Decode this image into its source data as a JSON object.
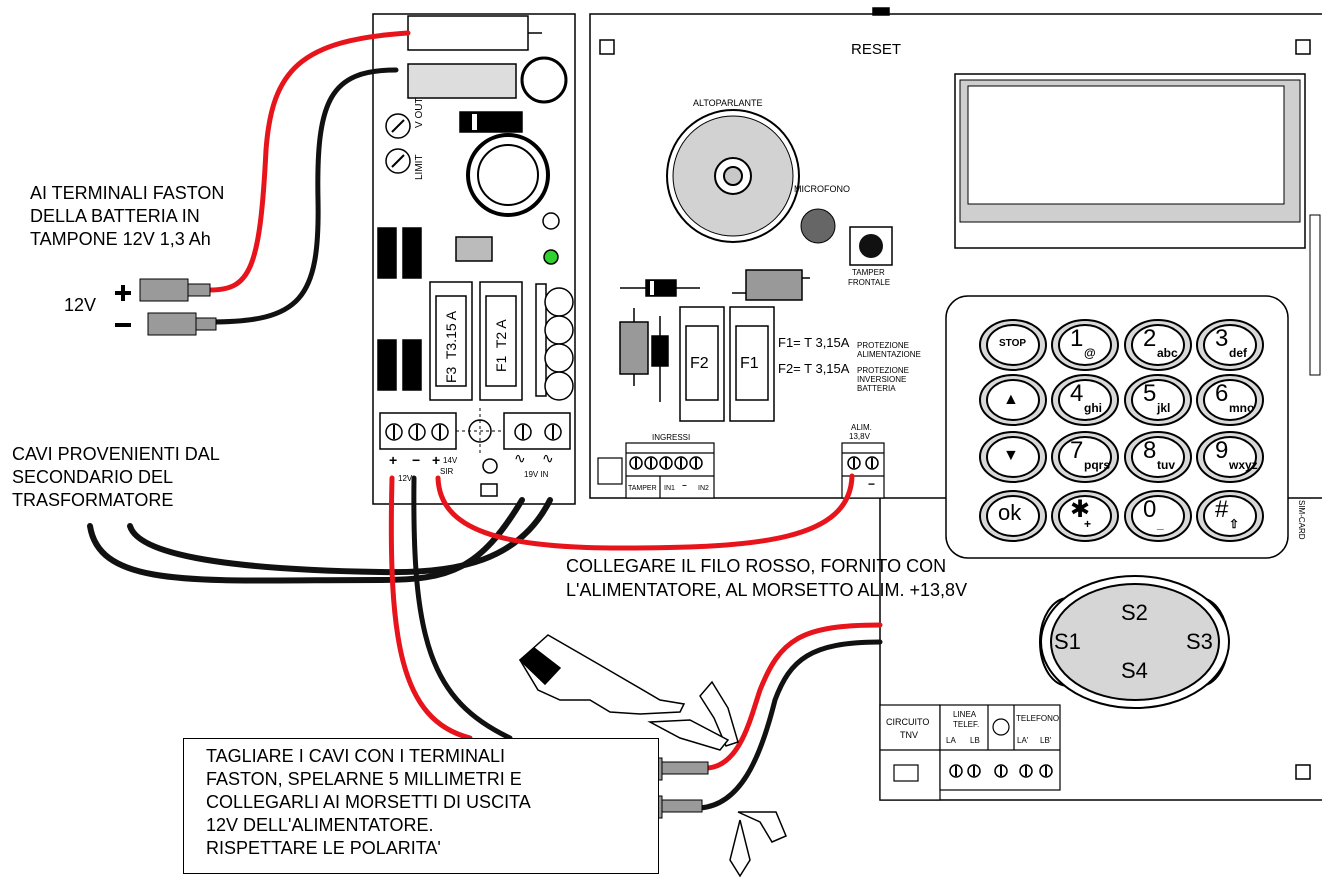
{
  "labels": {
    "battery_note": [
      "AI TERMINALI FASTON",
      "DELLA BATTERIA IN",
      "TAMPONE 12V 1,3 Ah"
    ],
    "battery_voltage": "12V",
    "cables_note": [
      "CAVI PROVENIENTI DAL",
      "SECONDARIO DEL",
      "TRASFORMATORE"
    ],
    "connect_note": [
      "COLLEGARE IL FILO ROSSO, FORNITO CON",
      "L'ALIMENTATORE, AL MORSETTO ALIM. +13,8V"
    ],
    "cut_note": [
      "TAGLIARE I CAVI CON I TERMINALI",
      "FASTON, SPELARNE 5 MILLIMETRI E",
      "COLLEGARLI AI MORSETTI DI USCITA",
      "12V DELL'ALIMENTATORE.",
      "RISPETTARE LE POLARITA'"
    ]
  },
  "psu_board": {
    "vout": "V OUT",
    "limit": "LIMIT",
    "fuse_f3": "F3  T3.15 A",
    "fuse_f1": "F1  T2 A",
    "term_12v": "12V",
    "term_14v": "14V",
    "term_sir": "SIR",
    "term_19v": "19V IN"
  },
  "panel": {
    "reset": "RESET",
    "speaker": "ALTOPARLANTE",
    "microphone": "MICROFONO",
    "tamper": "TAMPER",
    "frontale": "FRONTALE",
    "fuse_f2": "F2",
    "fuse_f1": "F1",
    "f1_desc": "F1= T 3,15A",
    "f1_sub1": "PROTEZIONE",
    "f1_sub2": "ALIMENTAZIONE",
    "f2_desc": "F2= T 3,15A",
    "f2_sub1": "PROTEZIONE",
    "f2_sub2": "INVERSIONE",
    "f2_sub3": "BATTERIA",
    "ingressi": "INGRESSI",
    "in_tamper": "TAMPER",
    "in1": "IN1",
    "in2": "IN2",
    "alim": "ALIM.",
    "alim_v": "13,8V",
    "circuito": "CIRCUITO",
    "tnv": "TNV",
    "linea": "LINEA",
    "telef": "TELEF.",
    "la": "LA",
    "lb": "LB",
    "telefono": "TELEFONO",
    "la2": "LA'",
    "lb2": "LB'",
    "simcard": "SIM-CARD"
  },
  "keypad": {
    "stop": "STOP",
    "ok": "ok",
    "keys": [
      {
        "num": "1",
        "sub": "@"
      },
      {
        "num": "2",
        "sub": "abc"
      },
      {
        "num": "3",
        "sub": "def"
      },
      {
        "num": "4",
        "sub": "ghi"
      },
      {
        "num": "5",
        "sub": "jkl"
      },
      {
        "num": "6",
        "sub": "mno"
      },
      {
        "num": "7",
        "sub": "pqrs"
      },
      {
        "num": "8",
        "sub": "tuv"
      },
      {
        "num": "9",
        "sub": "wxyz"
      },
      {
        "num": "✱",
        "sub": "+"
      },
      {
        "num": "0",
        "sub": "_"
      },
      {
        "num": "#",
        "sub": "⇧"
      }
    ],
    "s1": "S1",
    "s2": "S2",
    "s3": "S3",
    "s4": "S4"
  },
  "colors": {
    "wire_red": "#e8141b",
    "wire_black": "#111111",
    "faston_grey": "#9a9a9a",
    "led_green": "#2fd22f"
  }
}
